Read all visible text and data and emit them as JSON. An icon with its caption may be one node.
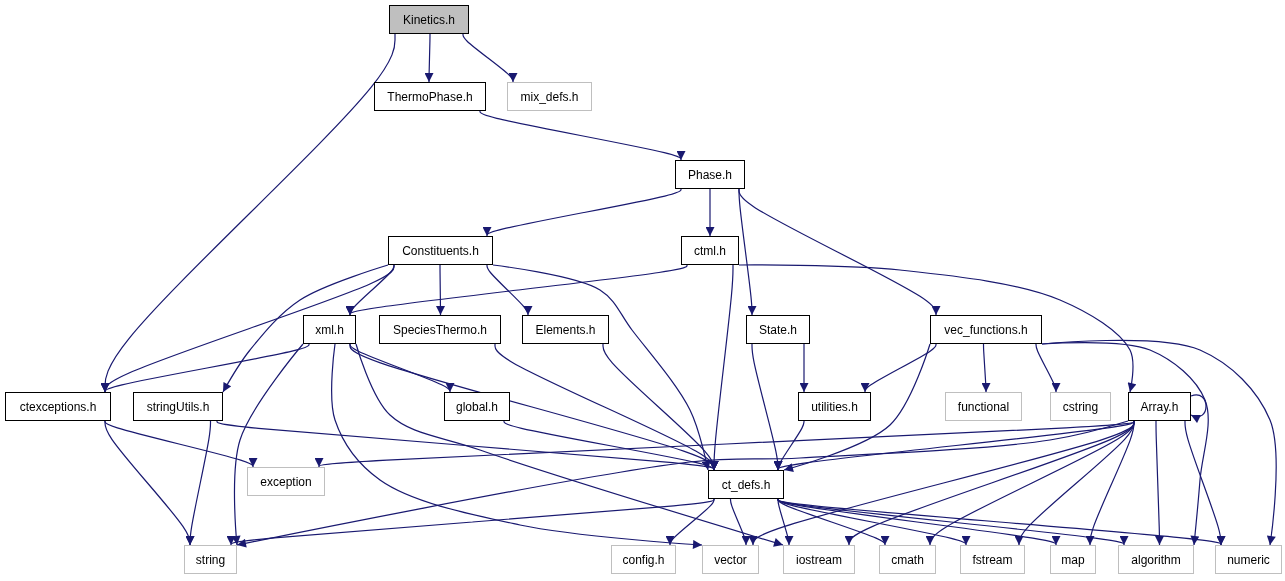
{
  "diagram": {
    "nodes": [
      {
        "text": [
          "Kinetics.h"
        ]
      },
      {
        "text": [
          "ThermoPhase.h"
        ]
      },
      {
        "text": [
          "mix_defs.h"
        ]
      },
      {
        "text": [
          "Phase.h"
        ]
      },
      {
        "text": [
          "Constituents.h"
        ]
      },
      {
        "text": [
          "ctml.h"
        ]
      },
      {
        "text": [
          "xml.h"
        ]
      },
      {
        "text": [
          "SpeciesThermo.h"
        ]
      },
      {
        "text": [
          "Elements.h"
        ]
      },
      {
        "text": [
          "State.h"
        ]
      },
      {
        "text": [
          "vec_functions.h"
        ]
      },
      {
        "text": [
          "ctexceptions.h"
        ]
      },
      {
        "text": [
          "stringUtils.h"
        ]
      },
      {
        "text": [
          "global.h"
        ]
      },
      {
        "text": [
          "utilities.h"
        ]
      },
      {
        "text": [
          "functional"
        ]
      },
      {
        "text": [
          "cstring"
        ]
      },
      {
        "text": [
          "Array.h"
        ]
      },
      {
        "text": [
          "exception"
        ]
      },
      {
        "text": [
          "ct_defs.h"
        ]
      },
      {
        "text": [
          "string"
        ]
      },
      {
        "text": [
          "config.h"
        ]
      },
      {
        "text": [
          "vector"
        ]
      },
      {
        "text": [
          "iostream"
        ]
      },
      {
        "text": [
          "cmath"
        ]
      },
      {
        "text": [
          "fstream"
        ]
      },
      {
        "text": [
          "map"
        ]
      },
      {
        "text": [
          "algorithm"
        ]
      },
      {
        "text": [
          "numeric"
        ]
      }
    ],
    "edges": [
      {
        "from": 0,
        "to": 1,
        "arrow": "to"
      },
      {
        "from": 0,
        "to": 2,
        "arrow": "to"
      },
      {
        "from": 0,
        "to": 11,
        "arrow": "to"
      },
      {
        "from": 1,
        "to": 3,
        "arrow": "to"
      },
      {
        "from": 3,
        "to": 4,
        "arrow": "to"
      },
      {
        "from": 3,
        "to": 5,
        "arrow": "to"
      },
      {
        "from": 3,
        "to": 9,
        "arrow": "to"
      },
      {
        "from": 3,
        "to": 10,
        "arrow": "to"
      },
      {
        "from": 4,
        "to": 11,
        "arrow": "to"
      },
      {
        "from": 4,
        "to": 12,
        "arrow": "to"
      },
      {
        "from": 4,
        "to": 6,
        "arrow": "to"
      },
      {
        "from": 4,
        "to": 7,
        "arrow": "to"
      },
      {
        "from": 4,
        "to": 8,
        "arrow": "to"
      },
      {
        "from": 4,
        "to": 19,
        "arrow": "to"
      },
      {
        "from": 5,
        "to": 6,
        "arrow": "to"
      },
      {
        "from": 5,
        "to": 19,
        "arrow": "to"
      },
      {
        "from": 5,
        "to": 17,
        "arrow": "to"
      },
      {
        "from": 6,
        "to": 11,
        "arrow": "to"
      },
      {
        "from": 6,
        "to": 20,
        "arrow": "to"
      },
      {
        "from": 6,
        "to": 13,
        "arrow": "to"
      },
      {
        "from": 6,
        "to": 19,
        "arrow": "to"
      },
      {
        "from": 6,
        "to": 22,
        "arrow": "to"
      },
      {
        "from": 6,
        "to": 23,
        "arrow": "to"
      },
      {
        "from": 7,
        "to": 19,
        "arrow": "to"
      },
      {
        "from": 8,
        "to": 19,
        "arrow": "to"
      },
      {
        "from": 9,
        "to": 19,
        "arrow": "to"
      },
      {
        "from": 9,
        "to": 14,
        "arrow": "to"
      },
      {
        "from": 10,
        "to": 14,
        "arrow": "to"
      },
      {
        "from": 10,
        "to": 19,
        "arrow": "to"
      },
      {
        "from": 10,
        "to": 15,
        "arrow": "to"
      },
      {
        "from": 10,
        "to": 16,
        "arrow": "to"
      },
      {
        "from": 10,
        "to": 27,
        "arrow": "to"
      },
      {
        "from": 10,
        "to": 28,
        "arrow": "to"
      },
      {
        "from": 11,
        "to": 20,
        "arrow": "to"
      },
      {
        "from": 11,
        "to": 18,
        "arrow": "to"
      },
      {
        "from": 12,
        "to": 20,
        "arrow": "to"
      },
      {
        "from": 12,
        "to": 19,
        "arrow": "to"
      },
      {
        "from": 13,
        "to": 19,
        "arrow": "to"
      },
      {
        "from": 14,
        "to": 19,
        "arrow": "to"
      },
      {
        "from": 17,
        "to": 17,
        "arrow": "to"
      },
      {
        "from": 17,
        "to": 19,
        "arrow": "to"
      },
      {
        "from": 17,
        "to": 18,
        "arrow": "to"
      },
      {
        "from": 17,
        "to": 20,
        "arrow": "to"
      },
      {
        "from": 17,
        "to": 22,
        "arrow": "to"
      },
      {
        "from": 17,
        "to": 23,
        "arrow": "to"
      },
      {
        "from": 17,
        "to": 24,
        "arrow": "to"
      },
      {
        "from": 17,
        "to": 25,
        "arrow": "to"
      },
      {
        "from": 17,
        "to": 26,
        "arrow": "to"
      },
      {
        "from": 17,
        "to": 27,
        "arrow": "to"
      },
      {
        "from": 17,
        "to": 28,
        "arrow": "to"
      },
      {
        "from": 19,
        "to": 20,
        "arrow": "to"
      },
      {
        "from": 19,
        "to": 21,
        "arrow": "to"
      },
      {
        "from": 19,
        "to": 22,
        "arrow": "to"
      },
      {
        "from": 19,
        "to": 23,
        "arrow": "to"
      },
      {
        "from": 19,
        "to": 24,
        "arrow": "to"
      },
      {
        "from": 19,
        "to": 25,
        "arrow": "to"
      },
      {
        "from": 19,
        "to": 26,
        "arrow": "to"
      },
      {
        "from": 19,
        "to": 27,
        "arrow": "to"
      },
      {
        "from": 19,
        "to": 28,
        "arrow": "to"
      }
    ]
  }
}
